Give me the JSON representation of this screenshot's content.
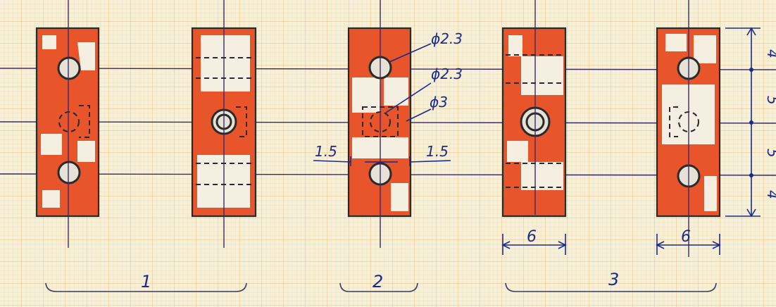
{
  "drawing": {
    "callouts": {
      "top_hole_diameter": "ϕ2.3",
      "center_hole_diameter": "ϕ2.3",
      "counterbore_diameter": "ϕ3",
      "left_offset": "1.5",
      "right_offset": "1.5"
    },
    "vertical_dimensions": [
      "4",
      "5",
      "5",
      "4"
    ],
    "width_dimensions": [
      "6",
      "6"
    ],
    "group_labels": [
      "1",
      "2",
      "3"
    ],
    "colors": {
      "paper": "#f6f0d8",
      "grid": "#eec98e",
      "fill": "#e8552a",
      "ink": "#1a2a8a"
    }
  }
}
